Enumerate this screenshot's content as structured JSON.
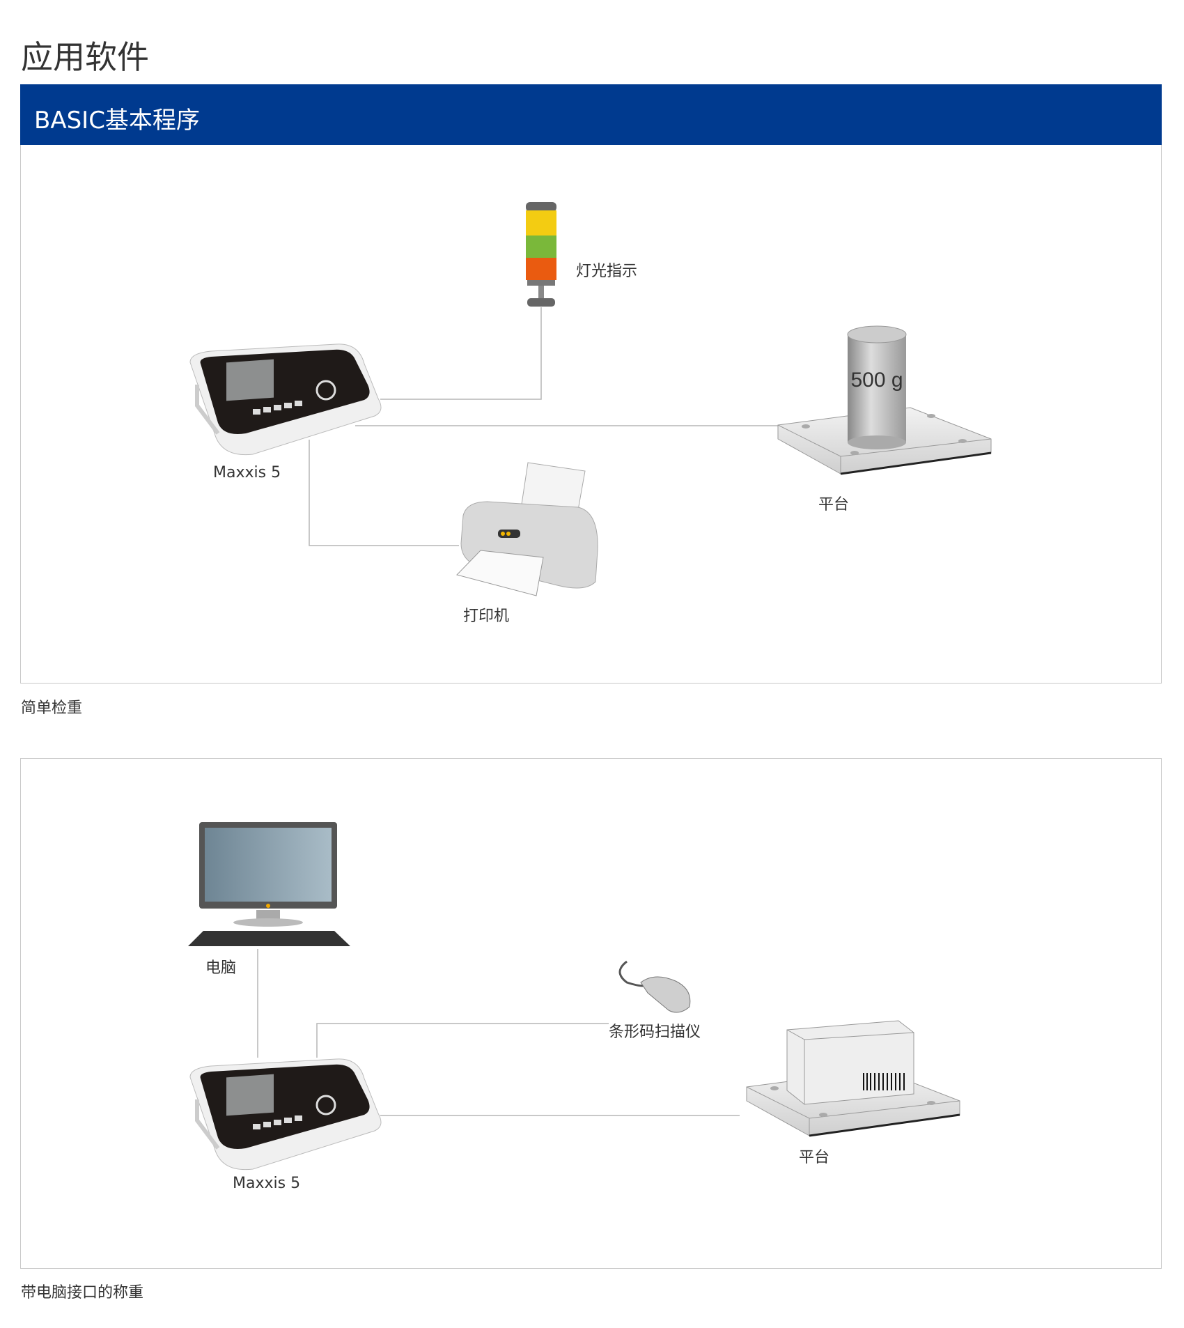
{
  "page_title": "应用软件",
  "banner_title": "BASIC基本程序",
  "diagram1": {
    "caption": "简单检重",
    "labels": {
      "light": "灯光指示",
      "terminal": "Maxxis 5",
      "printer": "打印机",
      "platform": "平台",
      "weight": "500 g"
    }
  },
  "diagram2": {
    "caption": "带电脑接口的称重",
    "labels": {
      "computer": "电脑",
      "scanner": "条形码扫描仪",
      "terminal": "Maxxis 5",
      "platform": "平台"
    }
  },
  "colors": {
    "banner": "#003a8f",
    "line": "#b5b5b5"
  }
}
